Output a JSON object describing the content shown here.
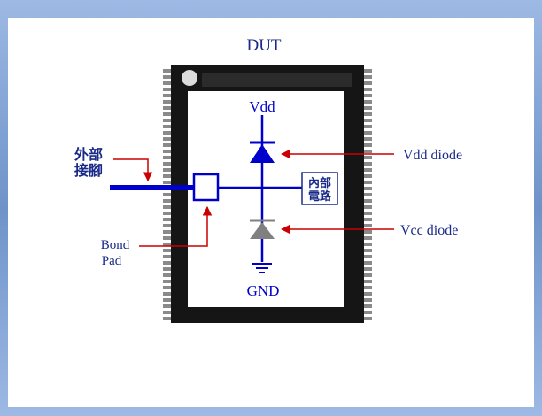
{
  "title": "DUT",
  "labels": {
    "vdd": "Vdd",
    "gnd": "GND",
    "external_pin_line1": "外部",
    "external_pin_line2": "接腳",
    "bond_pad_line1": "Bond",
    "bond_pad_line2": "Pad",
    "internal_circuit_line1": "內部",
    "internal_circuit_line2": "電路",
    "vdd_diode": "Vdd diode",
    "vcc_diode": "Vcc diode"
  },
  "colors": {
    "frame_blue": "#6f93c9",
    "chip_black": "#151515",
    "wire_blue": "#0000cc",
    "text_blue": "#1a2a88",
    "arrow_red": "#cc0000",
    "diode_gray": "#808080"
  }
}
